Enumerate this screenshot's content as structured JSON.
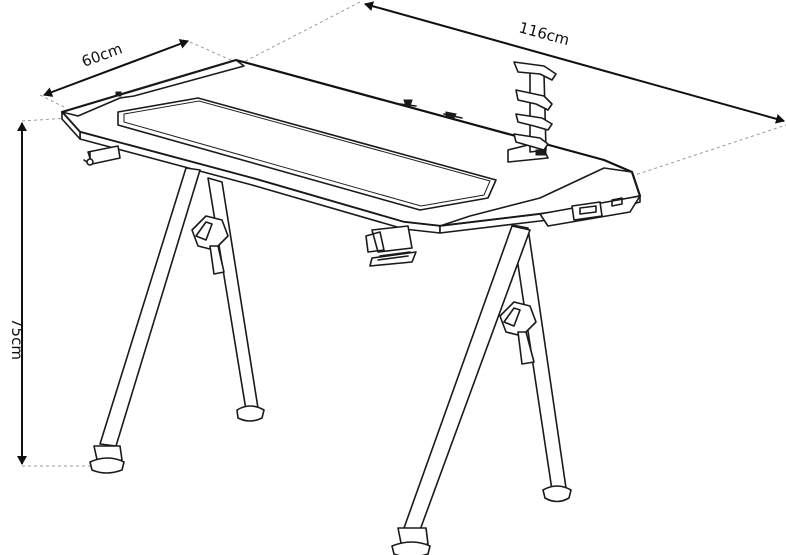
{
  "dimensions": {
    "width": "116cm",
    "depth": "60cm",
    "height": "75cm"
  },
  "colors": {
    "line": "#1a1a1a",
    "dashed_guide": "#9a9a9a",
    "background": "#ffffff"
  }
}
